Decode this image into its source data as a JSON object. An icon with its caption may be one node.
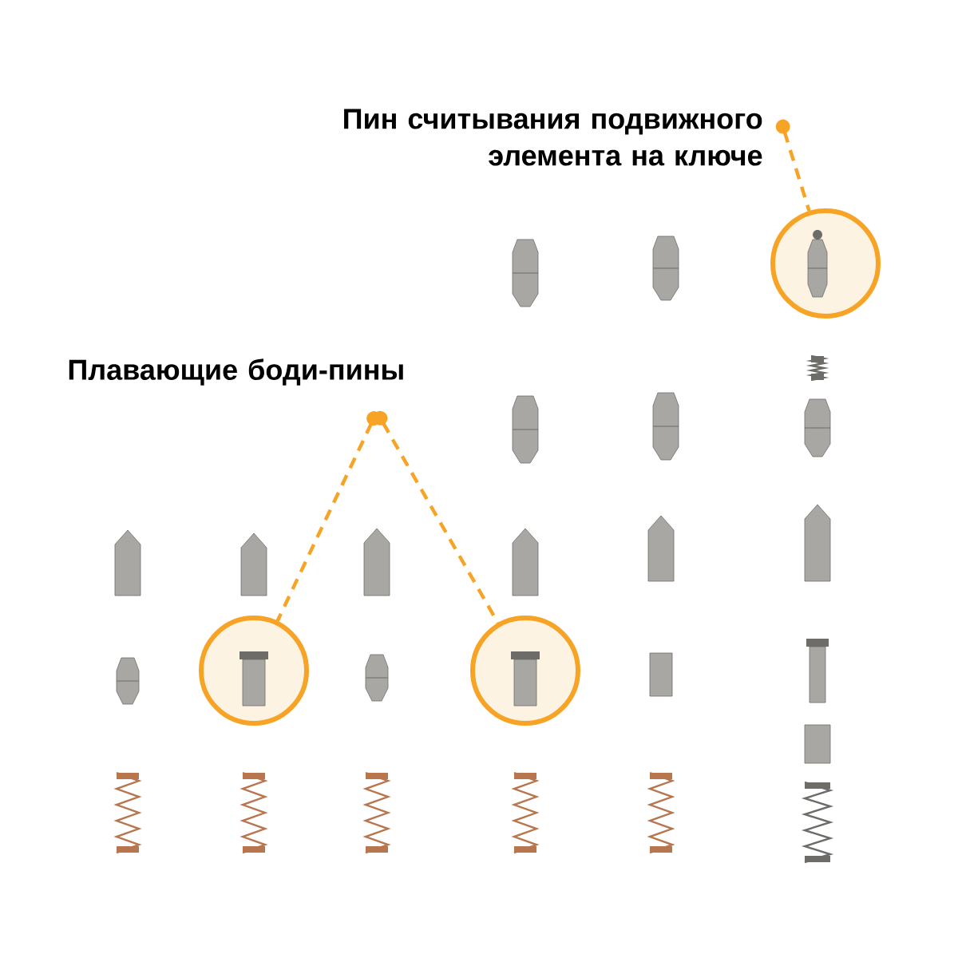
{
  "diagram": {
    "nodes": [
      {
        "text": [
          "Пин считывания подвижного элемента на ключе"
        ]
      },
      {
        "text": [],
        "shape": "circle"
      },
      {
        "text": [
          "Плавающие боди-пины"
        ]
      },
      {
        "text": [],
        "shape": "circle"
      },
      {
        "text": [],
        "shape": "circle"
      }
    ],
    "edges": [
      {
        "from": 0,
        "to": 1,
        "arrow": "other",
        "style": "dashed"
      },
      {
        "from": 2,
        "to": 3,
        "arrow": "other",
        "style": "dashed"
      },
      {
        "from": 2,
        "to": 4,
        "arrow": "other",
        "style": "dashed"
      }
    ]
  }
}
